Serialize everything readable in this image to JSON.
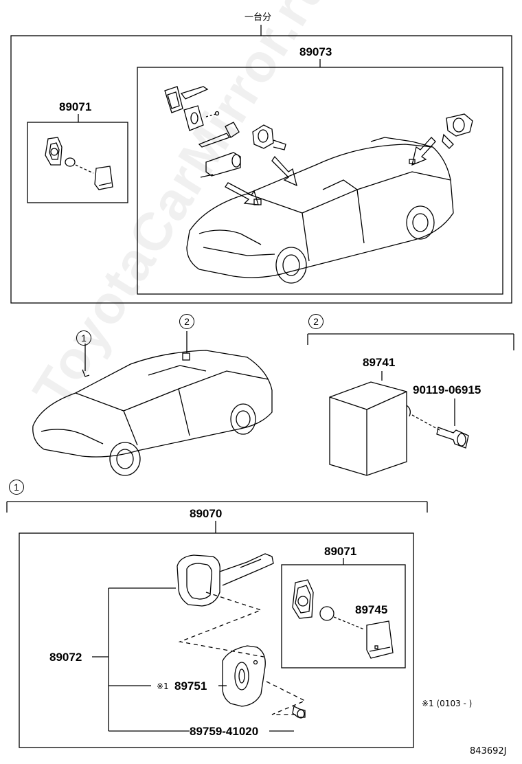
{
  "header": {
    "set_label": "一台分"
  },
  "top_box": {
    "main_part": "89073",
    "sub_part": "89071"
  },
  "middle": {
    "marker_1": "1",
    "marker_2": "2",
    "marker_2_header": "2",
    "ecu_part": "89741",
    "bolt_part": "90119-06915"
  },
  "bottom": {
    "marker_1_header": "1",
    "kit_part": "89070",
    "transmitter_part": "89071",
    "battery_part": "89745",
    "key_part": "89072",
    "plate_note_mark": "※1",
    "plate_part": "89751",
    "screw_part": "89759-41020",
    "note": "※1 (0103 -      )"
  },
  "footer": {
    "diagram_id": "843692J"
  },
  "watermark": "ToyotaCarMirror.ru",
  "colors": {
    "line": "#000000",
    "watermark": "#cccccc"
  }
}
